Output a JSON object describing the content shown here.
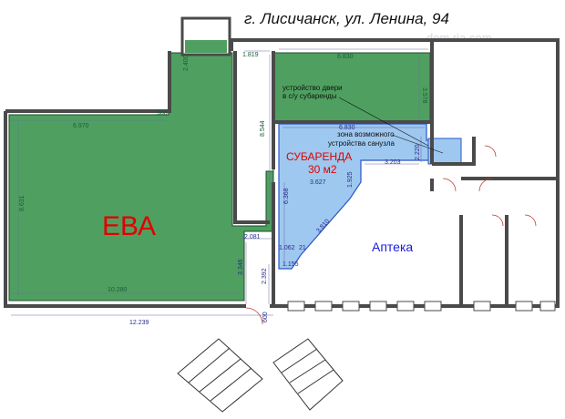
{
  "title": "г. Лисичанск, ул. Ленина, 94",
  "watermark": "dom.ria.com",
  "colors": {
    "green": "#4fa060",
    "blue": "#9ec8ef",
    "wall": "#4a4a4a",
    "label_red": "#e10000",
    "label_blue": "#1a1ae0"
  },
  "rooms": {
    "eva": "ЕВА",
    "subrent": "СУБАРЕНДА",
    "subrent_area": "30 м2",
    "pharmacy": "Аптека"
  },
  "notes": {
    "door_line1": "устройство двери",
    "door_line2": "в с/у субаренды",
    "zone_line1": "зона возможного",
    "zone_line2": "устройства санузла"
  },
  "dims": {
    "d6970": "6.970",
    "d1819": "1.819",
    "d6830a": "6.830",
    "d6830b": "6.830",
    "d3578": "3.578",
    "d960": "960",
    "d8544": "8.544",
    "d8631": "8.631",
    "d2220": "2.220",
    "d3203": "3.203",
    "d3627": "3.627",
    "d6368": "6.368",
    "d1925": "1.925",
    "d3810": "3.810",
    "d2081": "2.081",
    "d1062": "1.062",
    "d21": "21",
    "d1155": "1.155",
    "d3346": "3.346",
    "d2392": "2.392",
    "d10280": "10.280",
    "d12239": "12.239",
    "d600": "600",
    "d2400": "2.400"
  }
}
